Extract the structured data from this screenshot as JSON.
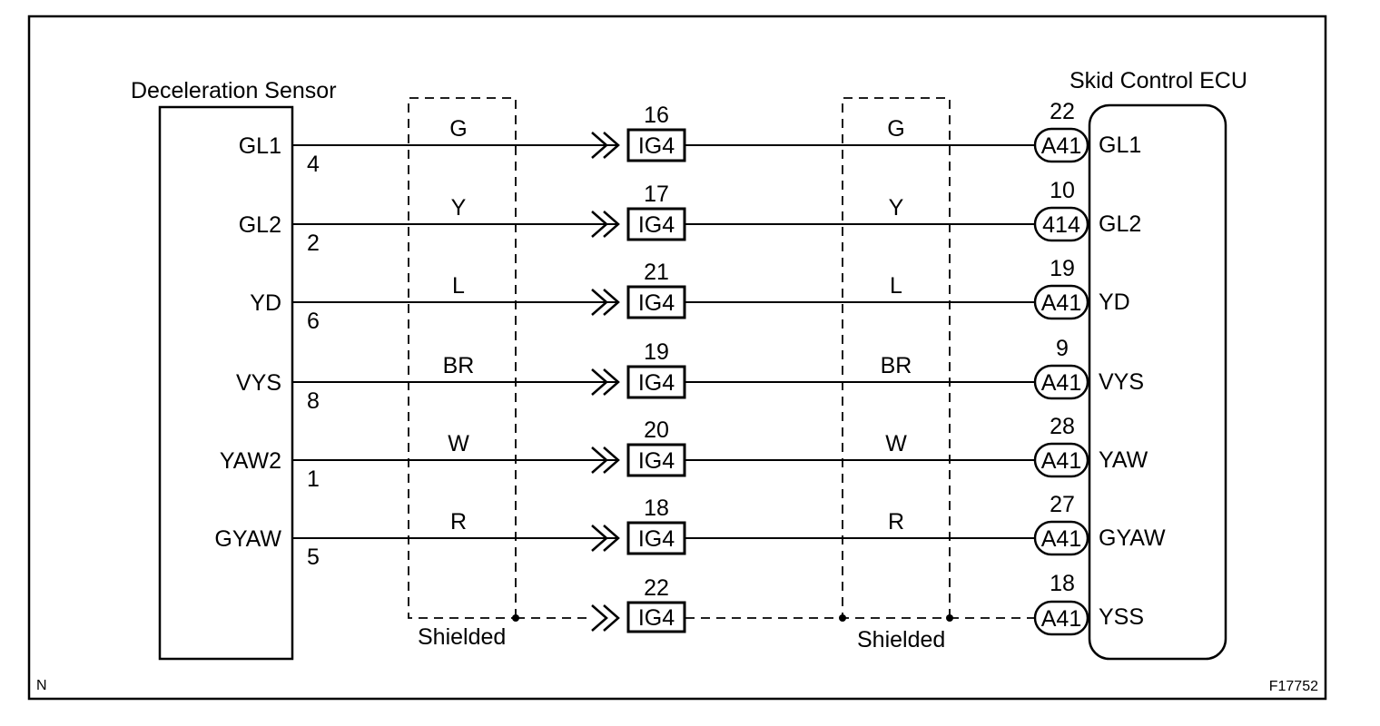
{
  "sensor": {
    "title": "Deceleration Sensor"
  },
  "ecu": {
    "title": "Skid Control ECU"
  },
  "corner_label": "N",
  "figure_id": "F17752",
  "shield_labels": [
    "Shielded",
    "Shielded"
  ],
  "wires": [
    {
      "sensor_terminal": "GL1",
      "sensor_pin": "4",
      "color_left": "G",
      "junction_pin": "16",
      "junction": "IG4",
      "color_right": "G",
      "ecu_pin": "22",
      "ecu_connector": "A41",
      "ecu_terminal": "GL1"
    },
    {
      "sensor_terminal": "GL2",
      "sensor_pin": "2",
      "color_left": "Y",
      "junction_pin": "17",
      "junction": "IG4",
      "color_right": "Y",
      "ecu_pin": "10",
      "ecu_connector": "414",
      "ecu_terminal": "GL2"
    },
    {
      "sensor_terminal": "YD",
      "sensor_pin": "6",
      "color_left": "L",
      "junction_pin": "21",
      "junction": "IG4",
      "color_right": "L",
      "ecu_pin": "19",
      "ecu_connector": "A41",
      "ecu_terminal": "YD"
    },
    {
      "sensor_terminal": "VYS",
      "sensor_pin": "8",
      "color_left": "BR",
      "junction_pin": "19",
      "junction": "IG4",
      "color_right": "BR",
      "ecu_pin": "9",
      "ecu_connector": "A41",
      "ecu_terminal": "VYS"
    },
    {
      "sensor_terminal": "YAW2",
      "sensor_pin": "1",
      "color_left": "W",
      "junction_pin": "20",
      "junction": "IG4",
      "color_right": "W",
      "ecu_pin": "28",
      "ecu_connector": "A41",
      "ecu_terminal": "YAW"
    },
    {
      "sensor_terminal": "GYAW",
      "sensor_pin": "5",
      "color_left": "R",
      "junction_pin": "18",
      "junction": "IG4",
      "color_right": "R",
      "ecu_pin": "27",
      "ecu_connector": "A41",
      "ecu_terminal": "GYAW"
    }
  ],
  "shield_wire": {
    "junction_pin": "22",
    "junction": "IG4",
    "ecu_pin": "18",
    "ecu_connector": "A41",
    "ecu_terminal": "YSS"
  }
}
